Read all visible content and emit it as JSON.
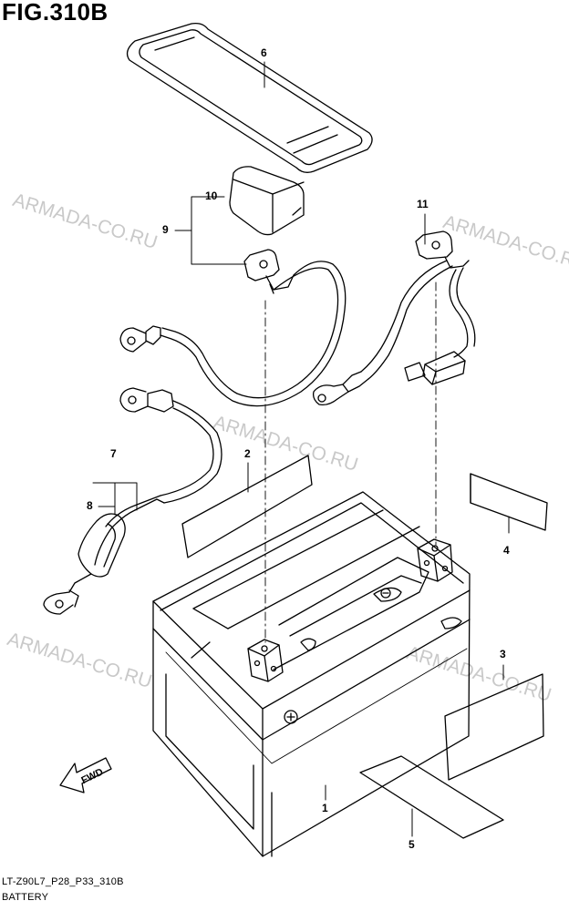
{
  "figure": {
    "title": "FIG.310B",
    "code": "LT-Z90L7_P28_P33_310B",
    "name": "BATTERY"
  },
  "watermark_text": "ARMADA-CO.RU",
  "fwd_label": "FWD",
  "callouts": [
    "1",
    "2",
    "3",
    "4",
    "5",
    "6",
    "7",
    "8",
    "9",
    "10",
    "11"
  ],
  "colors": {
    "line": "#000000",
    "watermark": "#c9c9c9",
    "background": "#ffffff"
  }
}
